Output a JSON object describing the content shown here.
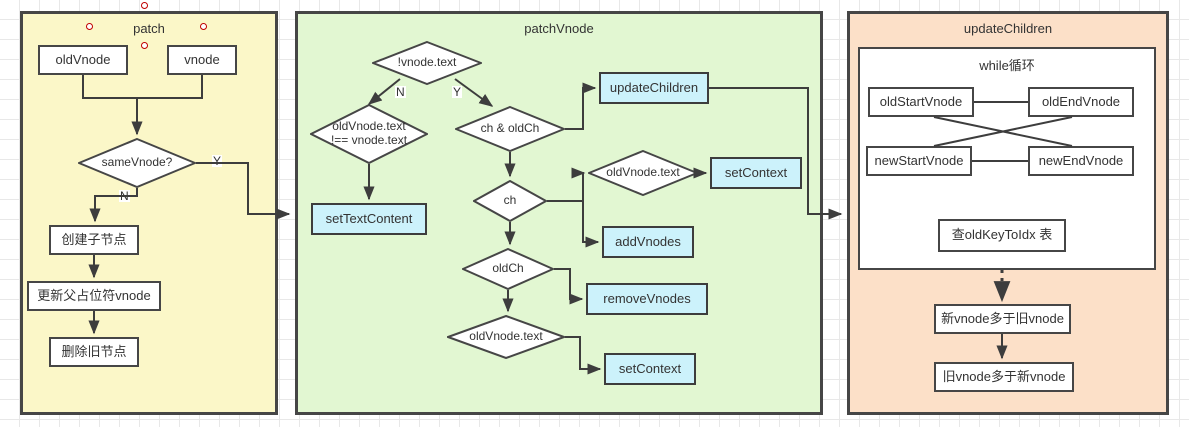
{
  "diagram": {
    "title_note": "Vue virtual DOM patch flowchart",
    "colors": {
      "panel_patch_bg": "#fbf7c8",
      "panel_patchvnode_bg": "#e2f7d2",
      "panel_updatechildren_bg": "#fce0c8",
      "node_blue": "#ccf2fb",
      "node_white": "#ffffff",
      "stroke": "#464646",
      "handle": "#c00000",
      "grid": "#e8e8e8"
    }
  },
  "panels": [
    {
      "id": "patch",
      "label": "patch"
    },
    {
      "id": "patchVnode",
      "label": "patchVnode"
    },
    {
      "id": "updateChildren",
      "label": "updateChildren"
    }
  ],
  "patch_panel": {
    "title": "patch",
    "nodes": {
      "oldVnode": "oldVnode",
      "vnode": "vnode",
      "sameVnode": "sameVnode?",
      "createChild": "创建子节点",
      "updateParentPlaceholder": "更新父占位符vnode",
      "removeOld": "删除旧节点"
    },
    "edge_labels": {
      "yes": "Y",
      "no": "N"
    }
  },
  "patchvnode_panel": {
    "title": "patchVnode",
    "nodes": {
      "notVnodeText": "!vnode.text",
      "oldTextNotEqual_line1": "oldVnode.text",
      "oldTextNotEqual_line2": "!== vnode.text",
      "setTextContent": "setTextContent",
      "chAndOldCh": "ch & oldCh",
      "updateChildren": "updateChildren",
      "ch": "ch",
      "oldVnodeTextTop": "oldVnode.text",
      "setContextTop": "setContext",
      "addVnodes": "addVnodes",
      "oldCh": "oldCh",
      "removeVnodes": "removeVnodes",
      "oldVnodeTextBottom": "oldVnode.text",
      "setContextBottom": "setContext"
    },
    "edge_labels": {
      "yes": "Y",
      "no": "N"
    }
  },
  "updatechildren_panel": {
    "title": "updateChildren",
    "inner_title": "while循环",
    "nodes": {
      "oldStartVnode": "oldStartVnode",
      "oldEndVnode": "oldEndVnode",
      "newStartVnode": "newStartVnode",
      "newEndVnode": "newEndVnode",
      "oldKeyToIdx": "查oldKeyToIdx 表",
      "newMoreThanOld": "新vnode多于旧vnode",
      "oldMoreThanNew": "旧vnode多于新vnode"
    }
  }
}
